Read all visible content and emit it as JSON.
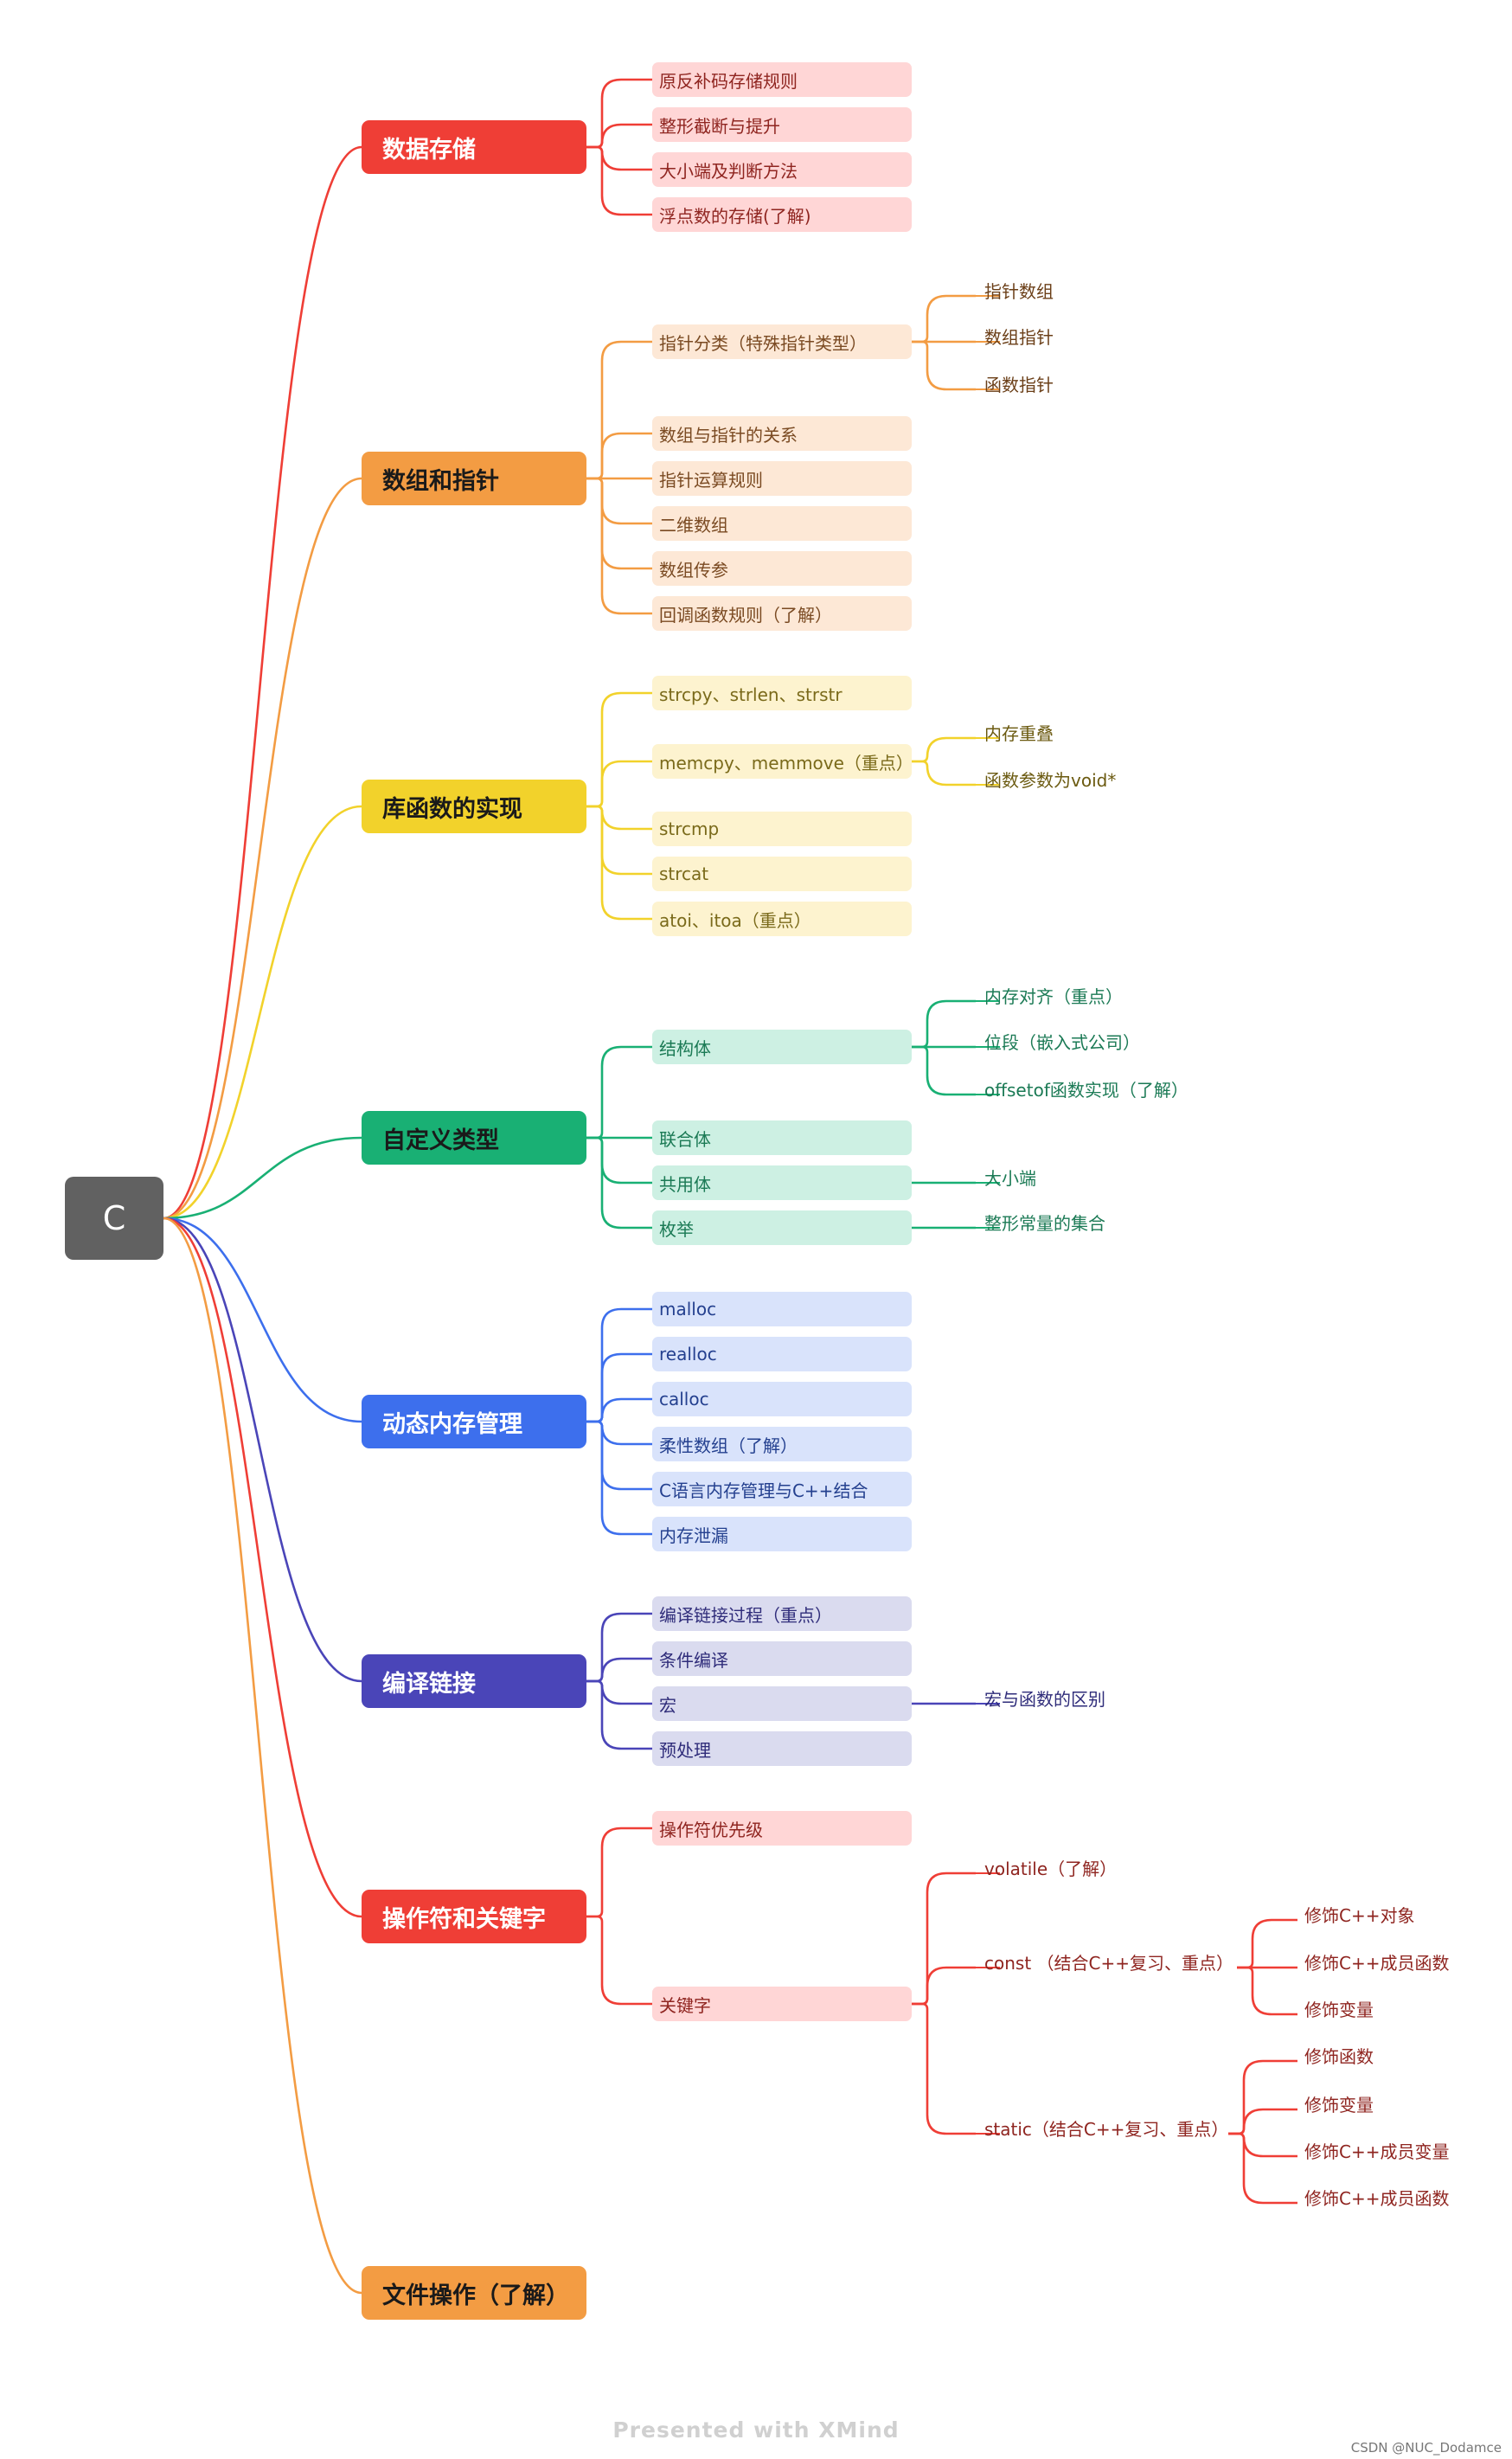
{
  "root": "C",
  "branches": [
    {
      "label": "数据存储",
      "color": "#ef3e36",
      "fill": "#ffd6d6",
      "textColor": "#ffffff",
      "subs": [
        {
          "label": "原反补码存储规则"
        },
        {
          "label": "整形截断与提升"
        },
        {
          "label": "大小端及判断方法"
        },
        {
          "label": "浮点数的存储(了解)"
        }
      ]
    },
    {
      "label": "数组和指针",
      "color": "#f39c43",
      "fill": "#fde8d6",
      "textColor": "#1a1a1a",
      "subs": [
        {
          "label": "指针分类（特殊指针类型）",
          "children": [
            {
              "label": "指针数组"
            },
            {
              "label": "数组指针"
            },
            {
              "label": "函数指针"
            }
          ]
        },
        {
          "label": "数组与指针的关系"
        },
        {
          "label": "指针运算规则"
        },
        {
          "label": "二维数组"
        },
        {
          "label": "数组传参"
        },
        {
          "label": "回调函数规则（了解）"
        }
      ]
    },
    {
      "label": "库函数的实现",
      "color": "#f2d22b",
      "fill": "#fdf3cf",
      "textColor": "#1a1a1a",
      "subs": [
        {
          "label": "strcpy、strlen、strstr"
        },
        {
          "label": "memcpy、memmove（重点）",
          "children": [
            {
              "label": "内存重叠"
            },
            {
              "label": "函数参数为void*"
            }
          ]
        },
        {
          "label": "strcmp"
        },
        {
          "label": "strcat"
        },
        {
          "label": "atoi、itoa（重点）"
        }
      ]
    },
    {
      "label": "自定义类型",
      "color": "#19b074",
      "fill": "#cdf0e3",
      "textColor": "#1a1a1a",
      "subs": [
        {
          "label": "结构体",
          "children": [
            {
              "label": "内存对齐（重点）"
            },
            {
              "label": "位段（嵌入式公司）"
            },
            {
              "label": "offsetof函数实现（了解）"
            }
          ]
        },
        {
          "label": "联合体"
        },
        {
          "label": "共用体",
          "children": [
            {
              "label": "大小端"
            }
          ]
        },
        {
          "label": "枚举",
          "children": [
            {
              "label": "整形常量的集合"
            }
          ]
        }
      ]
    },
    {
      "label": "动态内存管理",
      "color": "#3d6fed",
      "fill": "#d9e3fb",
      "textColor": "#ffffff",
      "subs": [
        {
          "label": "malloc"
        },
        {
          "label": "realloc"
        },
        {
          "label": "calloc"
        },
        {
          "label": "柔性数组（了解）"
        },
        {
          "label": "C语言内存管理与C++结合"
        },
        {
          "label": "内存泄漏"
        }
      ]
    },
    {
      "label": "编译链接",
      "color": "#4a45b8",
      "fill": "#dadbef",
      "textColor": "#ffffff",
      "subs": [
        {
          "label": "编译链接过程（重点）"
        },
        {
          "label": "条件编译"
        },
        {
          "label": "宏",
          "children": [
            {
              "label": "宏与函数的区别"
            }
          ]
        },
        {
          "label": "预处理"
        }
      ]
    },
    {
      "label": "操作符和关键字",
      "color": "#ef3e36",
      "fill": "#ffd6d6",
      "textColor": "#ffffff",
      "subs": [
        {
          "label": "操作符优先级"
        },
        {
          "label": "关键字",
          "children": [
            {
              "label": "volatile（了解）"
            },
            {
              "label": "const （结合C++复习、重点）",
              "children": [
                {
                  "label": "修饰C++对象"
                },
                {
                  "label": "修饰C++成员函数"
                },
                {
                  "label": "修饰变量"
                }
              ]
            },
            {
              "label": "static（结合C++复习、重点）",
              "children": [
                {
                  "label": "修饰函数"
                },
                {
                  "label": "修饰变量"
                },
                {
                  "label": "修饰C++成员变量"
                },
                {
                  "label": "修饰C++成员函数"
                }
              ]
            }
          ]
        }
      ]
    },
    {
      "label": "文件操作（了解）",
      "color": "#f39c43",
      "fill": "#fde8d6",
      "textColor": "#1a1a1a",
      "subs": []
    }
  ],
  "footer": "Presented with XMind",
  "watermark": "CSDN @NUC_Dodamce"
}
